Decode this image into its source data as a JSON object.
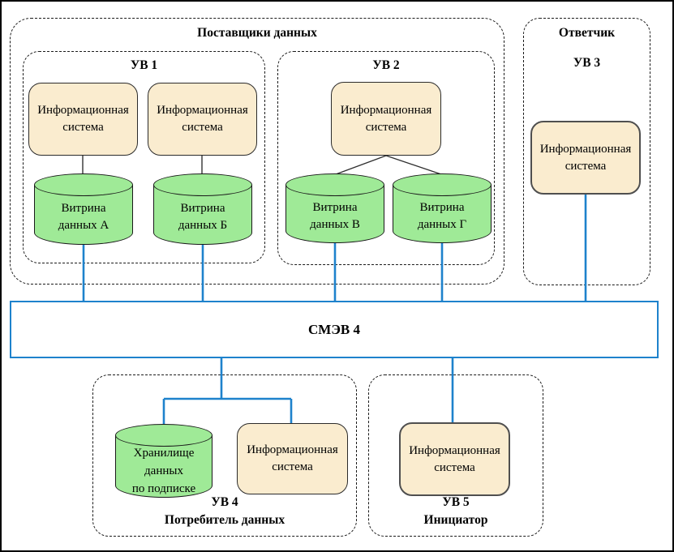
{
  "diagram": {
    "groups": {
      "providers": {
        "title": "Поставщики данных"
      },
      "uv1": {
        "label": "УВ 1"
      },
      "uv2": {
        "label": "УВ 2"
      },
      "responder": {
        "title": "Ответчик",
        "label": "УВ 3"
      },
      "uv4": {
        "label": "УВ 4",
        "subtitle": "Потребитель данных"
      },
      "uv5": {
        "label": "УВ 5",
        "subtitle": "Инициатор"
      }
    },
    "nodes": {
      "info_system": {
        "line1": "Информационная",
        "line2": "система"
      },
      "vitrina_a": {
        "line1": "Витрина",
        "line2": "данных А"
      },
      "vitrina_b": {
        "line1": "Витрина",
        "line2": "данных Б"
      },
      "vitrina_v": {
        "line1": "Витрина",
        "line2": "данных В"
      },
      "vitrina_g": {
        "line1": "Витрина",
        "line2": "данных Г"
      },
      "storage": {
        "line1": "Хранилище",
        "line2": "данных",
        "line3": "по подписке"
      }
    },
    "bus": {
      "label": "СМЭВ 4"
    },
    "colors": {
      "box_fill": "#faeccf",
      "box_border": "#2b2b2b",
      "cylinder_fill": "#9fea97",
      "cylinder_border": "#1a1a1a",
      "bus_border_blue": "#1e82cc",
      "connector_blue": "#1e82cc",
      "connector_gray": "#4d4d4d",
      "dashed_border": "#1a1a1a",
      "frame": "#000000"
    }
  }
}
